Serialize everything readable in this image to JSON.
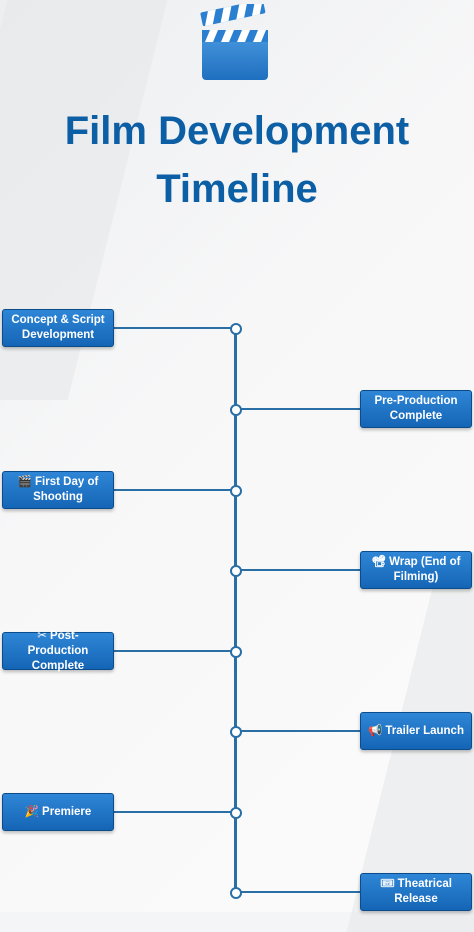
{
  "header": {
    "icon": "clapperboard-icon",
    "title_line1": "Film Development",
    "title_line2": "Timeline"
  },
  "colors": {
    "title": "#0d5fa5",
    "box": "#1f74c4",
    "line": "#2a6ea6"
  },
  "events": [
    {
      "emoji": "",
      "label": "Concept & Script Development"
    },
    {
      "emoji": "",
      "label": "Pre-Production Complete"
    },
    {
      "emoji": "🎬",
      "label": "First Day of Shooting"
    },
    {
      "emoji": "📽",
      "label": "Wrap (End of Filming)"
    },
    {
      "emoji": "✂",
      "label": "Post-Production Complete"
    },
    {
      "emoji": "📢",
      "label": "Trailer Launch"
    },
    {
      "emoji": "🎉",
      "label": "Premiere"
    },
    {
      "emoji": "🎟",
      "label": "Theatrical Release"
    }
  ]
}
